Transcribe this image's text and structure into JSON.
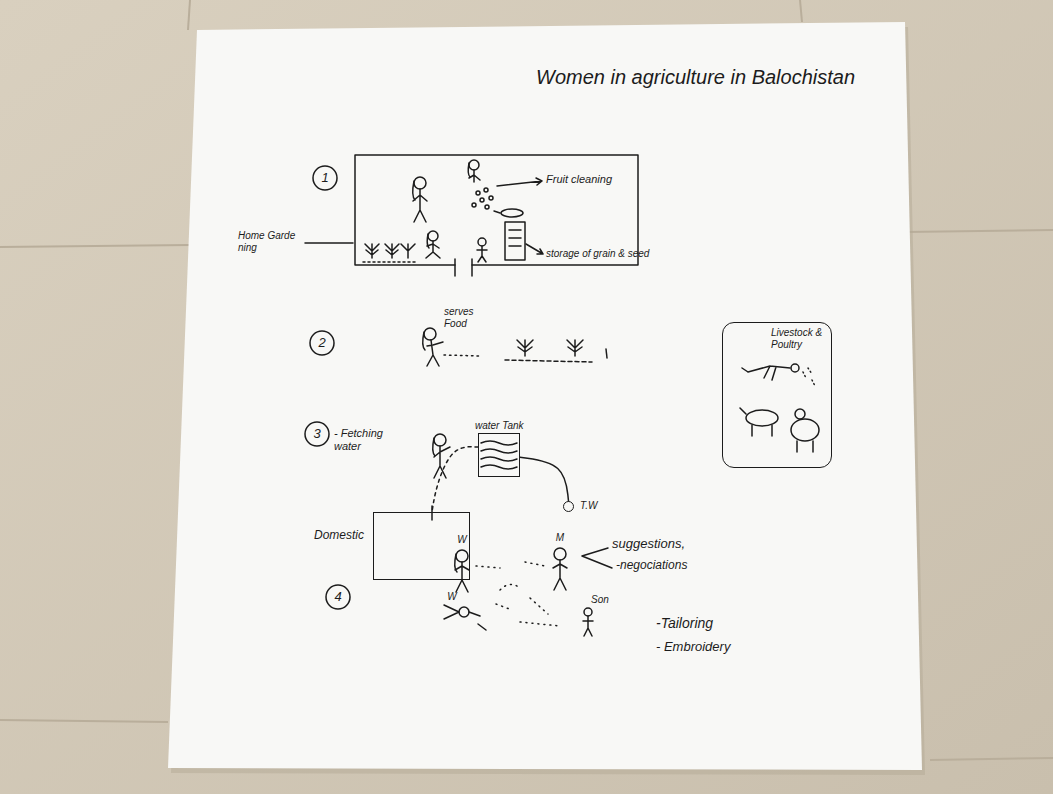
{
  "diagram": {
    "title": "Women in agriculture in Balochistan",
    "nodes": [
      {
        "text": [
          "Livestock & Poultry"
        ]
      },
      {
        "text": [
          "water Tank"
        ]
      },
      {
        "text": [
          "T.W"
        ]
      },
      {
        "text": [
          "Domestic"
        ]
      }
    ],
    "edges": [
      {
        "from": 1,
        "to": 2,
        "arrow": "none"
      },
      {
        "from": 1,
        "to": 3,
        "arrow": "none"
      }
    ],
    "labels": [
      "1",
      "Home Garde ning",
      "Fruit cleaning",
      "storage of grain & seed",
      "2",
      "serves Food",
      "3",
      "- Fetching water",
      "4",
      "W",
      "M",
      "W",
      "Son",
      "suggestions,",
      "-negociations",
      "-Tailoring",
      "- Embroidery"
    ]
  }
}
